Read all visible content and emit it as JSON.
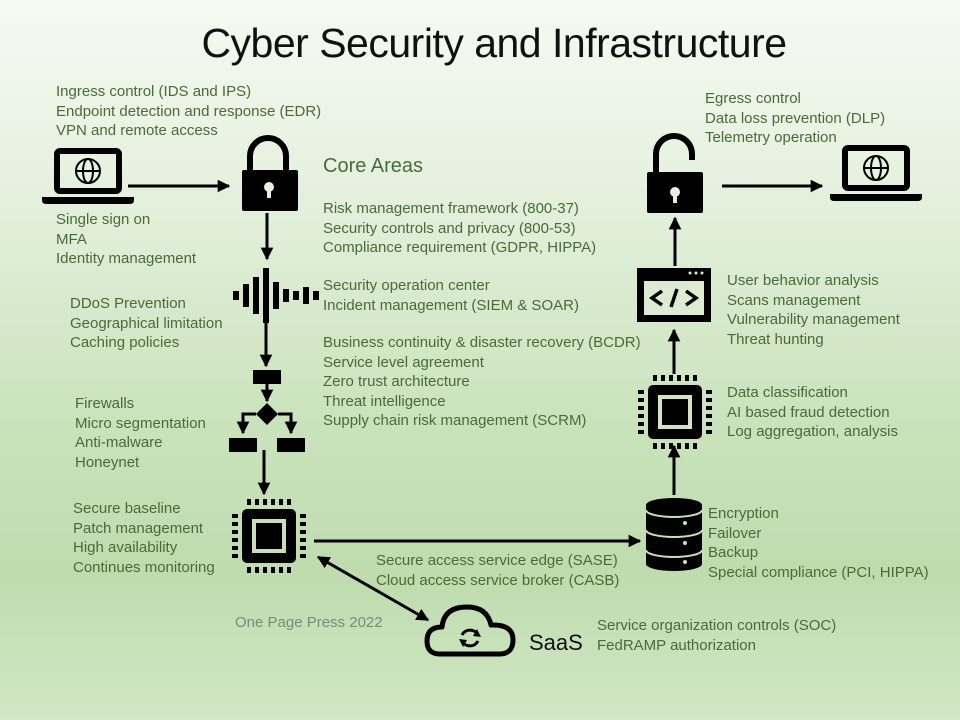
{
  "title": "Cyber Security and Infrastructure",
  "core": {
    "heading": "Core Areas",
    "group1": [
      "Risk management framework (800-37)",
      "Security controls and privacy (800-53)",
      "Compliance requirement  (GDPR, HIPPA)"
    ],
    "group2": [
      "Security operation center",
      "Incident management (SIEM & SOAR)"
    ],
    "group3": [
      "Business continuity & disaster recovery (BCDR)",
      "Service level agreement",
      "Zero trust architecture",
      "Threat intelligence",
      "Supply chain risk management (SCRM)"
    ]
  },
  "ingress": [
    "Ingress control (IDS and IPS)",
    "Endpoint detection and response (EDR)",
    "VPN and remote access"
  ],
  "identity": [
    "Single sign on",
    "MFA",
    "Identity management"
  ],
  "ddos": [
    "DDoS Prevention",
    "Geographical limitation",
    "Caching policies"
  ],
  "network": [
    "Firewalls",
    "Micro segmentation",
    "Anti-malware",
    "Honeynet"
  ],
  "compute": [
    "Secure baseline",
    "Patch management",
    "High availability",
    "Continues monitoring"
  ],
  "sase": [
    "Secure access service edge (SASE)",
    "Cloud access service broker (CASB)"
  ],
  "saas": {
    "label": "SaaS",
    "items": [
      "Service organization controls (SOC)",
      "FedRAMP authorization"
    ]
  },
  "storage": [
    "Encryption",
    "Failover",
    "Backup",
    "Special compliance (PCI, HIPPA)"
  ],
  "analytics": [
    "Data classification",
    "AI based fraud detection",
    "Log aggregation, analysis"
  ],
  "app": [
    "User behavior analysis",
    "Scans management",
    "Vulnerability management",
    "Threat hunting"
  ],
  "egress": [
    "Egress control",
    "Data loss prevention (DLP)",
    "Telemetry operation"
  ],
  "credit": "One Page Press 2022",
  "colors": {
    "text": "#4a6a38",
    "icon": "#000000",
    "credit": "#7d8a78"
  }
}
